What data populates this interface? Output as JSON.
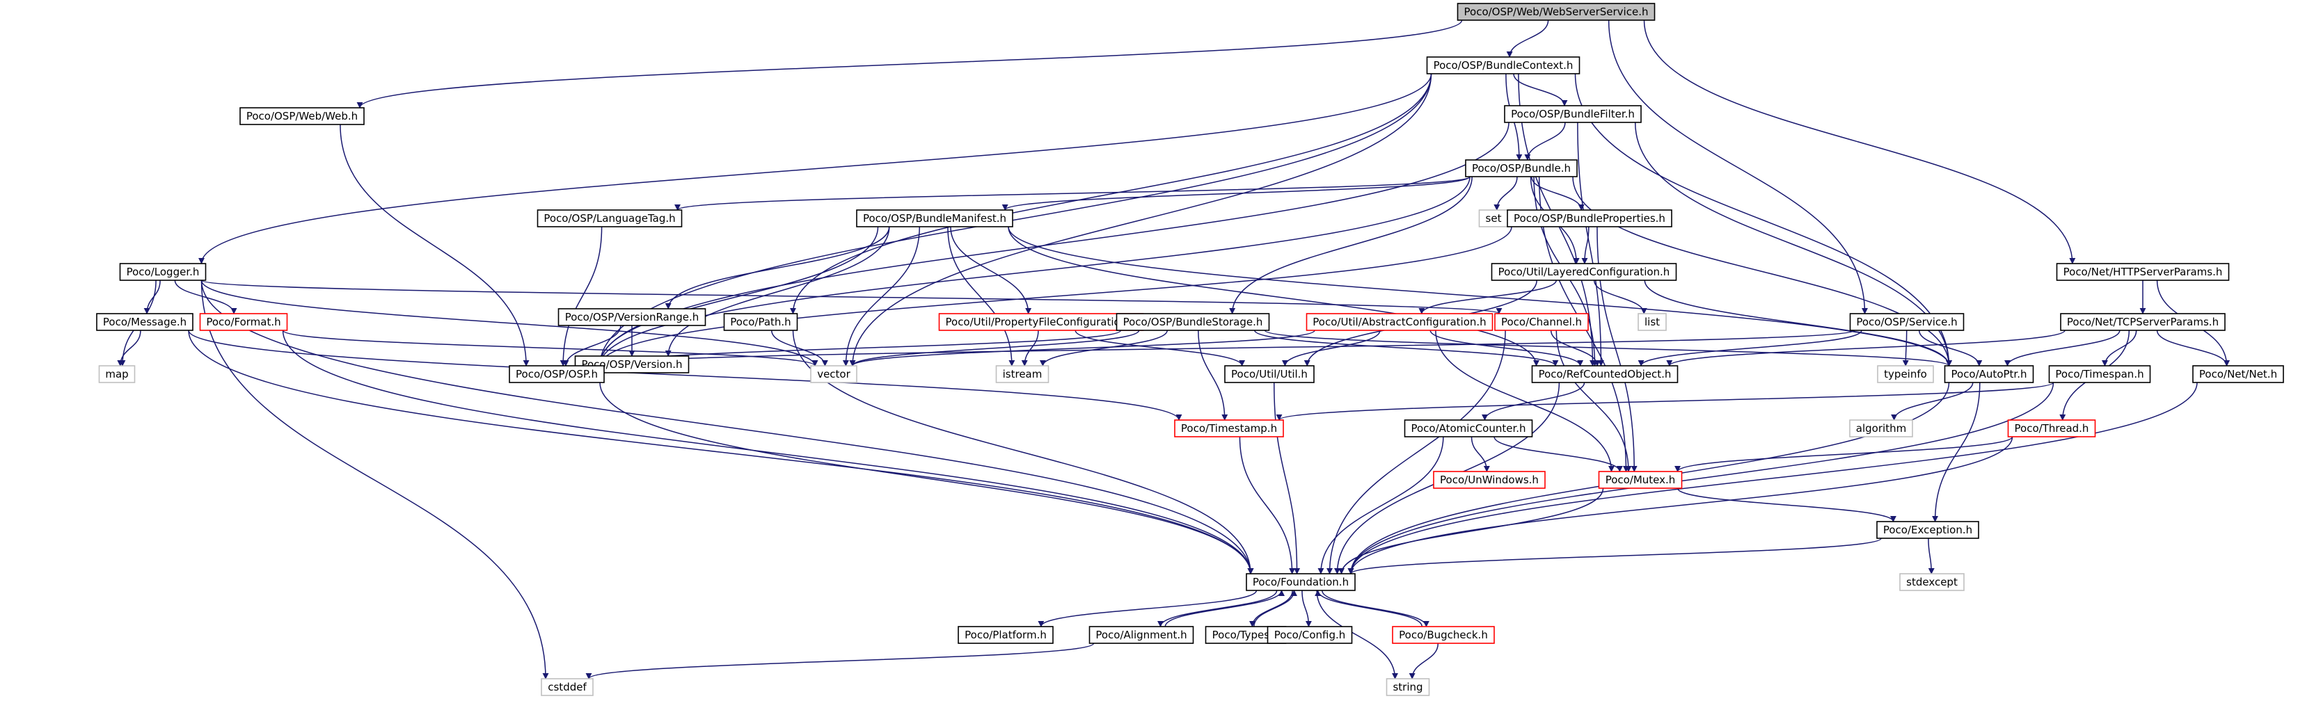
{
  "colors": {
    "edge": "#191970",
    "normal_border": "#000000",
    "external_border": "#bfbfbf",
    "incomplete_border": "#ff0000",
    "root_fill": "#bfbfbf",
    "fill": "#ffffff"
  },
  "nodes": [
    {
      "id": "ws",
      "label": "Poco/OSP/Web/WebServerService.h",
      "kind": "root"
    },
    {
      "id": "bctx",
      "label": "Poco/OSP/BundleContext.h",
      "kind": "normal"
    },
    {
      "id": "web",
      "label": "Poco/OSP/Web/Web.h",
      "kind": "normal"
    },
    {
      "id": "logger",
      "label": "Poco/Logger.h",
      "kind": "normal"
    },
    {
      "id": "bfilter",
      "label": "Poco/OSP/BundleFilter.h",
      "kind": "normal"
    },
    {
      "id": "bundle",
      "label": "Poco/OSP/Bundle.h",
      "kind": "normal"
    },
    {
      "id": "set",
      "label": "set",
      "kind": "external"
    },
    {
      "id": "langtag",
      "label": "Poco/OSP/LanguageTag.h",
      "kind": "normal"
    },
    {
      "id": "bmanifest",
      "label": "Poco/OSP/BundleManifest.h",
      "kind": "normal"
    },
    {
      "id": "bprops",
      "label": "Poco/OSP/BundleProperties.h",
      "kind": "normal"
    },
    {
      "id": "httpparams",
      "label": "Poco/Net/HTTPServerParams.h",
      "kind": "normal"
    },
    {
      "id": "layered",
      "label": "Poco/Util/LayeredConfiguration.h",
      "kind": "normal"
    },
    {
      "id": "vrange",
      "label": "Poco/OSP/VersionRange.h",
      "kind": "normal"
    },
    {
      "id": "message",
      "label": "Poco/Message.h",
      "kind": "normal"
    },
    {
      "id": "format",
      "label": "Poco/Format.h",
      "kind": "incomplete"
    },
    {
      "id": "path",
      "label": "Poco/Path.h",
      "kind": "normal"
    },
    {
      "id": "propfile",
      "label": "Poco/Util/PropertyFileConfiguration.h",
      "kind": "incomplete"
    },
    {
      "id": "bstorage",
      "label": "Poco/OSP/BundleStorage.h",
      "kind": "normal"
    },
    {
      "id": "absconf",
      "label": "Poco/Util/AbstractConfiguration.h",
      "kind": "incomplete"
    },
    {
      "id": "channel",
      "label": "Poco/Channel.h",
      "kind": "incomplete"
    },
    {
      "id": "list",
      "label": "list",
      "kind": "external"
    },
    {
      "id": "service",
      "label": "Poco/OSP/Service.h",
      "kind": "normal"
    },
    {
      "id": "tcpparams",
      "label": "Poco/Net/TCPServerParams.h",
      "kind": "normal"
    },
    {
      "id": "version",
      "label": "Poco/OSP/Version.h",
      "kind": "normal"
    },
    {
      "id": "map",
      "label": "map",
      "kind": "external"
    },
    {
      "id": "osp",
      "label": "Poco/OSP/OSP.h",
      "kind": "normal"
    },
    {
      "id": "vector",
      "label": "vector",
      "kind": "external"
    },
    {
      "id": "istream",
      "label": "istream",
      "kind": "external"
    },
    {
      "id": "utilh",
      "label": "Poco/Util/Util.h",
      "kind": "normal"
    },
    {
      "id": "refcounted",
      "label": "Poco/RefCountedObject.h",
      "kind": "normal"
    },
    {
      "id": "typeinfo",
      "label": "typeinfo",
      "kind": "external"
    },
    {
      "id": "autoptr",
      "label": "Poco/AutoPtr.h",
      "kind": "normal"
    },
    {
      "id": "timespan",
      "label": "Poco/Timespan.h",
      "kind": "normal"
    },
    {
      "id": "neth",
      "label": "Poco/Net/Net.h",
      "kind": "normal"
    },
    {
      "id": "timestamp",
      "label": "Poco/Timestamp.h",
      "kind": "incomplete"
    },
    {
      "id": "atomic",
      "label": "Poco/AtomicCounter.h",
      "kind": "normal"
    },
    {
      "id": "algorithm",
      "label": "algorithm",
      "kind": "external"
    },
    {
      "id": "thread",
      "label": "Poco/Thread.h",
      "kind": "incomplete"
    },
    {
      "id": "unwin",
      "label": "Poco/UnWindows.h",
      "kind": "incomplete"
    },
    {
      "id": "mutex",
      "label": "Poco/Mutex.h",
      "kind": "incomplete"
    },
    {
      "id": "exception",
      "label": "Poco/Exception.h",
      "kind": "normal"
    },
    {
      "id": "stdexcept",
      "label": "stdexcept",
      "kind": "external"
    },
    {
      "id": "foundation",
      "label": "Poco/Foundation.h",
      "kind": "normal"
    },
    {
      "id": "platform",
      "label": "Poco/Platform.h",
      "kind": "normal"
    },
    {
      "id": "alignment",
      "label": "Poco/Alignment.h",
      "kind": "normal"
    },
    {
      "id": "types",
      "label": "Poco/Types.h",
      "kind": "normal"
    },
    {
      "id": "config",
      "label": "Poco/Config.h",
      "kind": "normal"
    },
    {
      "id": "bugcheck",
      "label": "Poco/Bugcheck.h",
      "kind": "incomplete"
    },
    {
      "id": "cstddef",
      "label": "cstddef",
      "kind": "external"
    },
    {
      "id": "string",
      "label": "string",
      "kind": "external"
    }
  ],
  "edges": [
    [
      "ws",
      "bctx"
    ],
    [
      "ws",
      "web"
    ],
    [
      "ws",
      "service"
    ],
    [
      "ws",
      "httpparams"
    ],
    [
      "bctx",
      "logger"
    ],
    [
      "bctx",
      "bfilter"
    ],
    [
      "bctx",
      "bundle"
    ],
    [
      "bctx",
      "osp"
    ],
    [
      "bctx",
      "path"
    ],
    [
      "bctx",
      "vector"
    ],
    [
      "bctx",
      "refcounted"
    ],
    [
      "bctx",
      "autoptr"
    ],
    [
      "web",
      "osp"
    ],
    [
      "bfilter",
      "bundle"
    ],
    [
      "bfilter",
      "osp"
    ],
    [
      "bfilter",
      "refcounted"
    ],
    [
      "bfilter",
      "autoptr"
    ],
    [
      "bundle",
      "set"
    ],
    [
      "bundle",
      "langtag"
    ],
    [
      "bundle",
      "bmanifest"
    ],
    [
      "bundle",
      "bprops"
    ],
    [
      "bundle",
      "layered"
    ],
    [
      "bundle",
      "bstorage"
    ],
    [
      "bundle",
      "osp"
    ],
    [
      "bundle",
      "refcounted"
    ],
    [
      "bundle",
      "autoptr"
    ],
    [
      "bundle",
      "mutex"
    ],
    [
      "langtag",
      "osp"
    ],
    [
      "bmanifest",
      "vrange"
    ],
    [
      "bmanifest",
      "version"
    ],
    [
      "bmanifest",
      "propfile"
    ],
    [
      "bmanifest",
      "osp"
    ],
    [
      "bmanifest",
      "vector"
    ],
    [
      "bmanifest",
      "istream"
    ],
    [
      "bmanifest",
      "refcounted"
    ],
    [
      "bmanifest",
      "autoptr"
    ],
    [
      "bprops",
      "layered"
    ],
    [
      "bprops",
      "osp"
    ],
    [
      "bprops",
      "mutex"
    ],
    [
      "layered",
      "absconf"
    ],
    [
      "layered",
      "utilh"
    ],
    [
      "layered",
      "list"
    ],
    [
      "layered",
      "autoptr"
    ],
    [
      "vrange",
      "version"
    ],
    [
      "vrange",
      "osp"
    ],
    [
      "version",
      "osp"
    ],
    [
      "logger",
      "message"
    ],
    [
      "logger",
      "format"
    ],
    [
      "logger",
      "channel"
    ],
    [
      "logger",
      "map"
    ],
    [
      "logger",
      "vector"
    ],
    [
      "logger",
      "foundation"
    ],
    [
      "logger",
      "cstddef"
    ],
    [
      "message",
      "map"
    ],
    [
      "message",
      "timestamp"
    ],
    [
      "message",
      "foundation"
    ],
    [
      "format",
      "vector"
    ],
    [
      "format",
      "foundation"
    ],
    [
      "path",
      "vector"
    ],
    [
      "path",
      "foundation"
    ],
    [
      "propfile",
      "utilh"
    ],
    [
      "propfile",
      "istream"
    ],
    [
      "bstorage",
      "osp"
    ],
    [
      "bstorage",
      "istream"
    ],
    [
      "bstorage",
      "timestamp"
    ],
    [
      "bstorage",
      "vector"
    ],
    [
      "bstorage",
      "refcounted"
    ],
    [
      "bstorage",
      "autoptr"
    ],
    [
      "absconf",
      "utilh"
    ],
    [
      "absconf",
      "vector"
    ],
    [
      "absconf",
      "refcounted"
    ],
    [
      "absconf",
      "mutex"
    ],
    [
      "channel",
      "refcounted"
    ],
    [
      "channel",
      "mutex"
    ],
    [
      "channel",
      "foundation"
    ],
    [
      "service",
      "typeinfo"
    ],
    [
      "service",
      "osp"
    ],
    [
      "service",
      "refcounted"
    ],
    [
      "service",
      "autoptr"
    ],
    [
      "httpparams",
      "tcpparams"
    ],
    [
      "httpparams",
      "neth"
    ],
    [
      "tcpparams",
      "refcounted"
    ],
    [
      "tcpparams",
      "autoptr"
    ],
    [
      "tcpparams",
      "timespan"
    ],
    [
      "tcpparams",
      "thread"
    ],
    [
      "tcpparams",
      "neth"
    ],
    [
      "osp",
      "foundation"
    ],
    [
      "utilh",
      "foundation"
    ],
    [
      "refcounted",
      "atomic"
    ],
    [
      "refcounted",
      "foundation"
    ],
    [
      "autoptr",
      "algorithm"
    ],
    [
      "autoptr",
      "exception"
    ],
    [
      "autoptr",
      "foundation"
    ],
    [
      "timespan",
      "timestamp"
    ],
    [
      "timespan",
      "foundation"
    ],
    [
      "neth",
      "foundation"
    ],
    [
      "timestamp",
      "foundation"
    ],
    [
      "atomic",
      "unwin"
    ],
    [
      "atomic",
      "mutex"
    ],
    [
      "atomic",
      "foundation"
    ],
    [
      "thread",
      "mutex"
    ],
    [
      "thread",
      "foundation"
    ],
    [
      "mutex",
      "exception"
    ],
    [
      "mutex",
      "foundation"
    ],
    [
      "exception",
      "stdexcept"
    ],
    [
      "exception",
      "foundation"
    ],
    [
      "foundation",
      "platform"
    ],
    [
      "foundation",
      "alignment"
    ],
    [
      "foundation",
      "types"
    ],
    [
      "foundation",
      "config"
    ],
    [
      "foundation",
      "bugcheck"
    ],
    [
      "foundation",
      "string"
    ],
    [
      "alignment",
      "foundation"
    ],
    [
      "alignment",
      "cstddef"
    ],
    [
      "types",
      "foundation"
    ],
    [
      "bugcheck",
      "foundation"
    ],
    [
      "bugcheck",
      "string"
    ]
  ]
}
